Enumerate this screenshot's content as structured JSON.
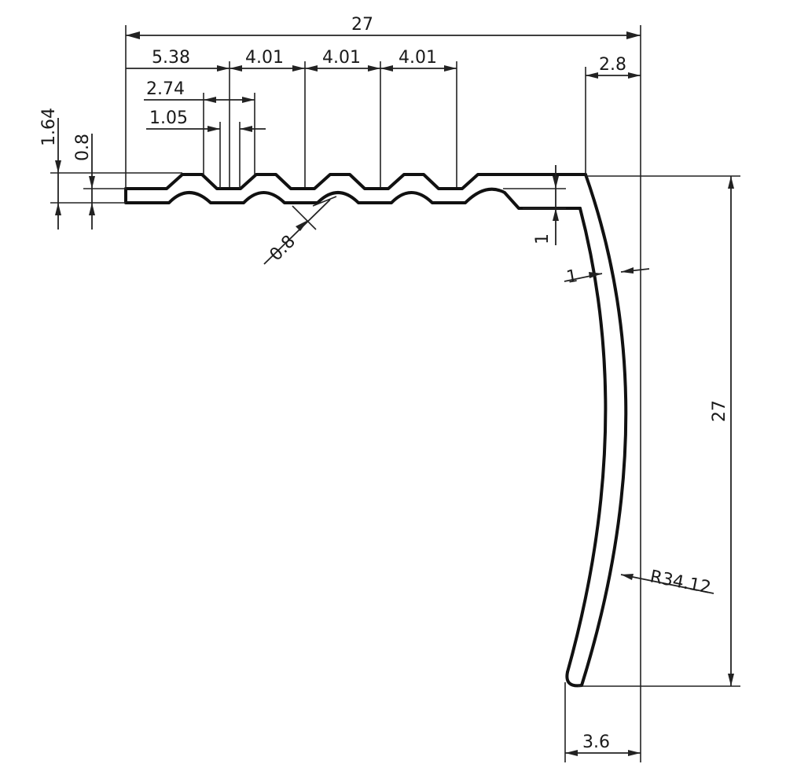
{
  "drawing": {
    "top_dimensions": {
      "overall_width": "27",
      "first_pitch": "5.38",
      "pitch_1": "4.01",
      "pitch_2": "4.01",
      "pitch_3": "4.01",
      "tooth_width": "2.74",
      "tooth_gap": "1.05"
    },
    "left_dimensions": {
      "profile_height": "1.64",
      "material_thickness": "0.8"
    },
    "groove_thickness": "0.8",
    "right_dimensions": {
      "top_offset": "2.8",
      "lip_thickness": "1",
      "leg_thickness": "1",
      "overall_height": "27",
      "radius": "R34.12",
      "bottom_offset": "3.6"
    }
  }
}
